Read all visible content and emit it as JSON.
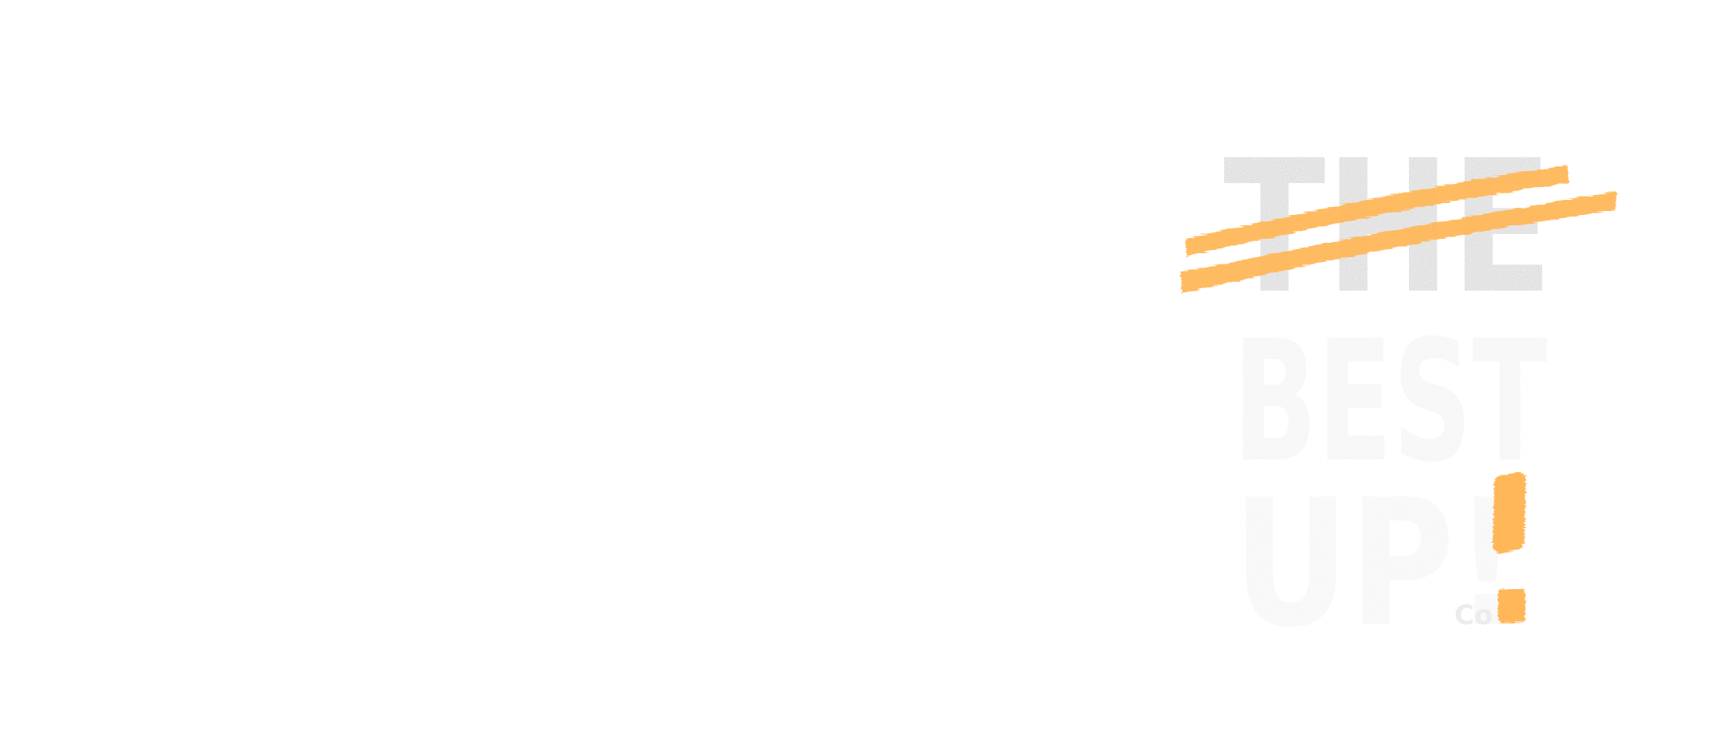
{
  "logo": {
    "word_top": "THE",
    "word_middle": "BEST",
    "word_bottom": "UP!",
    "tag": "Co",
    "colors": {
      "top_word": "#c9c9c9",
      "lower_words": "#f2f2f2",
      "accent": "#ffb75a",
      "background": "#ffffff"
    }
  }
}
